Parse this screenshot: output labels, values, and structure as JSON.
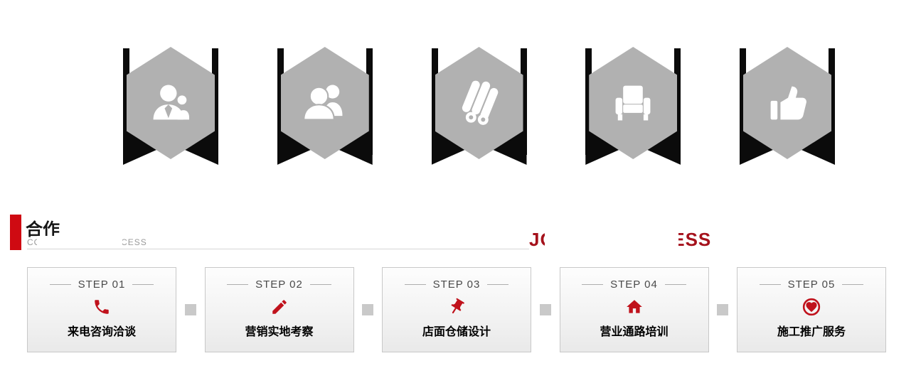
{
  "colors": {
    "accent_red": "#c0121c",
    "title_red": "#a5121c",
    "hexagon_gray": "#b1b1b1",
    "ribbon_black": "#0b0b0b",
    "card_border": "#c8c8c8"
  },
  "badges": [
    {
      "icon": "businessman-icon"
    },
    {
      "icon": "people-group-icon"
    },
    {
      "icon": "timber-logs-icon"
    },
    {
      "icon": "sofa-icon"
    },
    {
      "icon": "thumbs-up-icon"
    }
  ],
  "section_header": {
    "title_cn": "合作流程",
    "subtitle_en": "COOPERATION PROCESS",
    "watermark_en": "JOINING PROCESS"
  },
  "steps": [
    {
      "step": "STEP 01",
      "icon": "phone-icon",
      "label": "来电咨询洽谈"
    },
    {
      "step": "STEP 02",
      "icon": "pencil-icon",
      "label": "营销实地考察"
    },
    {
      "step": "STEP 03",
      "icon": "pushpin-icon",
      "label": "店面仓储设计"
    },
    {
      "step": "STEP 04",
      "icon": "home-icon",
      "label": "营业通路培训"
    },
    {
      "step": "STEP 05",
      "icon": "heart-icon",
      "label": "施工推广服务"
    }
  ]
}
